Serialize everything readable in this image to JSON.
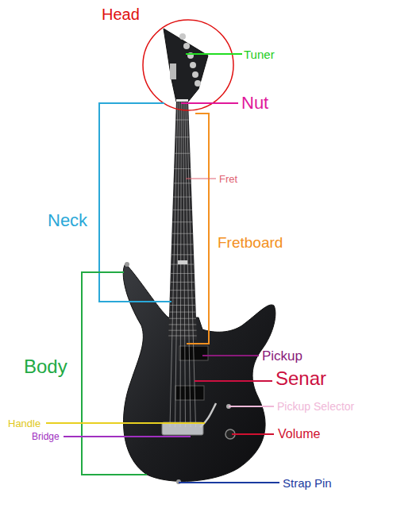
{
  "diagram": {
    "labels": [
      "Head",
      "Tuner",
      "Nut",
      "Fret",
      "Neck",
      "Fretboard",
      "Pickup",
      "Senar",
      "Body",
      "Pickup Selector",
      "Handle",
      "Volume",
      "Bridge",
      "Strap Pin"
    ]
  }
}
